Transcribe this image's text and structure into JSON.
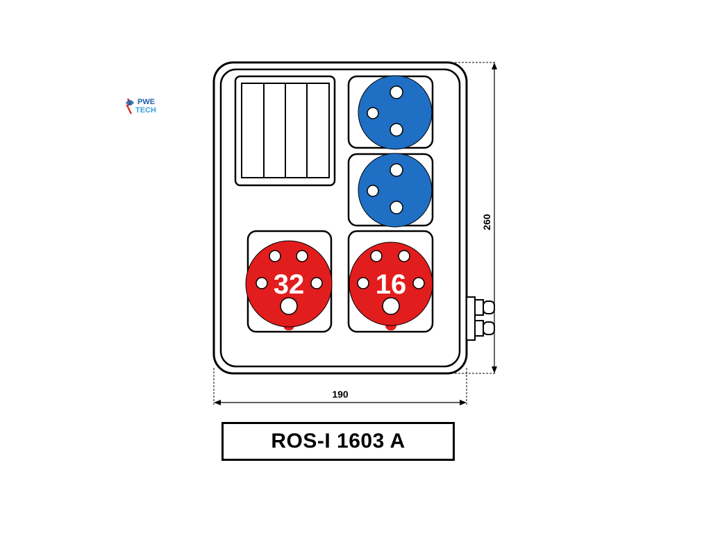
{
  "logo": {
    "line1": "PWE",
    "line2": "TECH",
    "color": "#1f5faa",
    "accent": "#e02020"
  },
  "dimensions": {
    "height_label": "260",
    "width_label": "190"
  },
  "sockets": [
    {
      "id": "blue-socket-top",
      "color": "#1f6fc4",
      "type": "single-phase"
    },
    {
      "id": "blue-socket-bottom",
      "color": "#1f6fc4",
      "type": "single-phase"
    },
    {
      "id": "red-socket-32",
      "color": "#e21d1d",
      "rating": "32"
    },
    {
      "id": "red-socket-16",
      "color": "#e21d1d",
      "rating": "16"
    }
  ],
  "breaker_panel": {
    "modules": 4
  },
  "product": {
    "model": "ROS-I 1603 A"
  }
}
